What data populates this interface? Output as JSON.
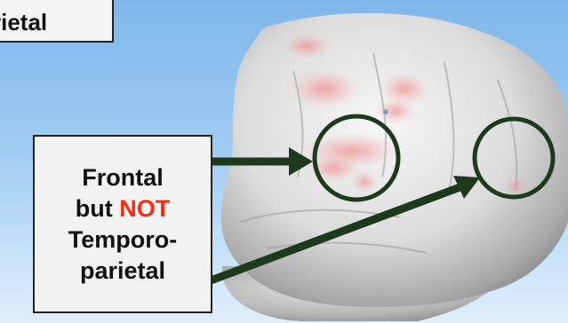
{
  "title": {
    "text": "rietal"
  },
  "label": {
    "line1": "Frontal",
    "line2_prefix": "but ",
    "line2_highlight": "NOT",
    "line3": "Temporo-",
    "line4": "parietal"
  },
  "colors": {
    "background_top": "#7fb7e9",
    "background_bottom": "#dfeefb",
    "arrow": "#1e3a1c",
    "circle": "#1e3a1c",
    "highlight_text": "#ff2a10",
    "activation": "#f29a9a"
  },
  "image": {
    "subject": "brain-surface-render"
  }
}
